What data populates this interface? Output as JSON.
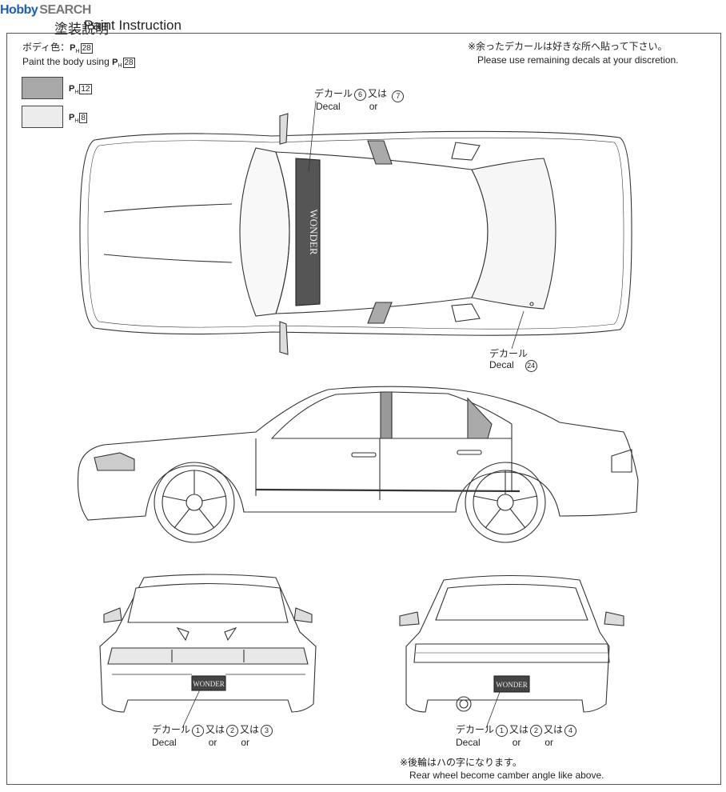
{
  "header": {
    "brand_left": "Hobby",
    "brand_right": "SEARCH",
    "title_jp": "塗装説明",
    "title_en": "Paint Instruction"
  },
  "paint": {
    "body_jp_label": "ボディ色：",
    "body_code": "28",
    "body_en_label": "Paint the body using",
    "swatches": [
      {
        "code": "12",
        "color": "#a8a8a8"
      },
      {
        "code": "8",
        "color": "#ececec"
      }
    ]
  },
  "notes": {
    "decal_jp": "※余ったデカールは好きな所へ貼って下さい。",
    "decal_en": "Please use remaining decals at your discretion.",
    "camber_jp": "※後輪はハの字になります。",
    "camber_en": "Rear wheel become camber angle like above."
  },
  "callouts": {
    "top_a": {
      "jp": "デカール",
      "en": "Decal",
      "n1": "6",
      "or_jp": "又は",
      "or_en": "or",
      "n2": "7"
    },
    "top_b": {
      "jp": "デカール",
      "en": "Decal",
      "n1": "24"
    },
    "front": {
      "jp": "デカール",
      "en": "Decal",
      "n1": "1",
      "n2": "2",
      "n3": "3",
      "or_jp": "又は",
      "or_en": "or"
    },
    "rear": {
      "jp": "デカール",
      "en": "Decal",
      "n1": "1",
      "n2": "2",
      "n3": "4",
      "or_jp": "又は",
      "or_en": "or"
    }
  },
  "decal_text": {
    "brand": "WONDER"
  }
}
